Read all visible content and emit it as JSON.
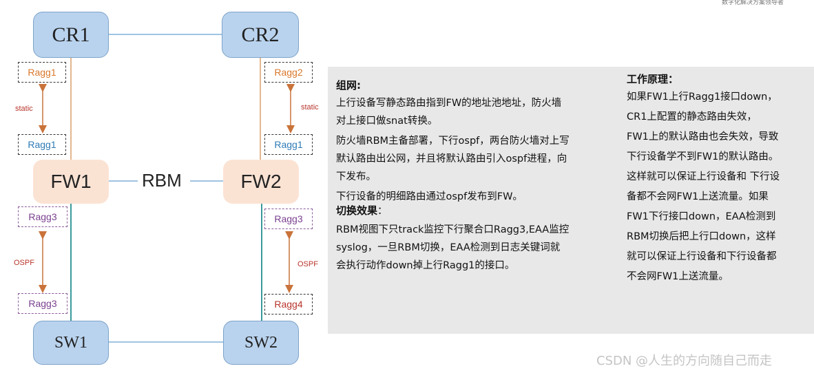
{
  "watermark_top": "数字化解决方案领导者",
  "credit": "CSDN @人生的方向随自己而走",
  "colors": {
    "orange_text": "#d9772a",
    "blue_text": "#2f7ab5",
    "purple_text": "#7a3f8f",
    "red_text": "#b8342a",
    "arrow": "#c9733a"
  },
  "nodes": {
    "cr1": "CR1",
    "cr2": "CR2",
    "fw1": "FW1",
    "fw2": "FW2",
    "sw1": "SW1",
    "sw2": "SW2"
  },
  "link_label": "RBM",
  "ports": {
    "cr1_ragg": "Ragg1",
    "fw1_up_ragg": "Ragg1",
    "cr2_ragg": "Ragg2",
    "fw2_up_ragg": "Ragg1",
    "fw1_down_ragg": "Ragg3",
    "sw1_ragg": "Ragg3",
    "fw2_down_ragg": "Ragg3",
    "sw2_ragg": "Ragg4"
  },
  "protocols": {
    "left_static": "static",
    "right_static": "static",
    "left_ospf": "OSPF",
    "right_ospf": "OSPF"
  },
  "panel": {
    "networking_title": "组网:",
    "networking_lines": [
      "上行设备写静态路由指到FW的地址池地址，防火墙",
      "对上接口做snat转换。",
      "防火墙RBM主备部署，下行ospf，两台防火墙对上写",
      "默认路由出公网，并且将默认路由引入ospf进程，向",
      "下发布。",
      "下行设备的明细路由通过ospf发布到FW。"
    ],
    "switch_title": "切换效果",
    "switch_colon": "：",
    "switch_lines": [
      "RBM视图下只track监控下行聚合口Ragg3,EAA监控",
      "syslog，一旦RBM切换，EAA检测到日志关键词就",
      "会执行动作down掉上行Ragg1的接口。"
    ],
    "principle_title": "工作原理：",
    "principle_lines": [
      "如果FW1上行Ragg1接口down，",
      "CR1上配置的静态路由失效，",
      "FW1上的默认路由也会失效，导致",
      "下行设备学不到FW1的默认路由。",
      "这样就可以保证上行设备和 下行设",
      "备都不会网FW1上送流量。如果",
      "FW1下行接口down，EAA检测到",
      "RBM切换后把上行口down，这样",
      "就可以保证上行设备和下行设备都",
      "不会网FW1上送流量。"
    ]
  }
}
